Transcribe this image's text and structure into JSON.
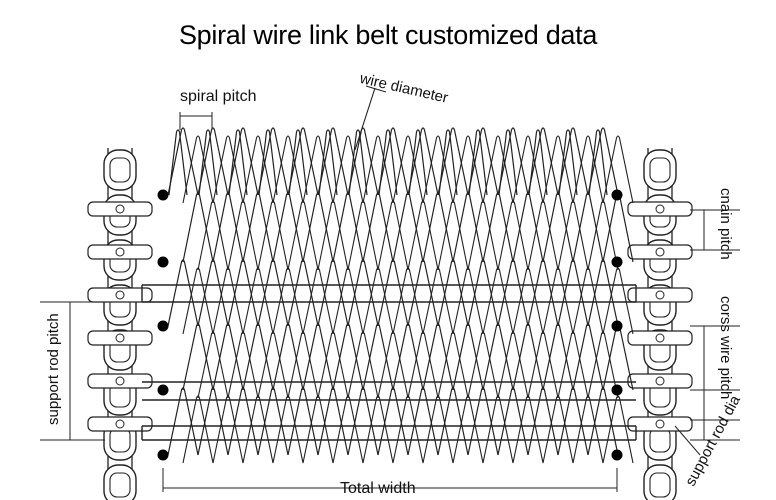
{
  "title": "Spiral wire link belt customized data",
  "labels": {
    "spiral_pitch": "spiral pitch",
    "wire_diameter": "wire diameter",
    "chain_pitch": "cnain pitch",
    "cross_wire_pitch": "corss wire pitch",
    "support_rod_dia": "support rod dia",
    "support_rod_pitch": "support rod pitch",
    "total_width": "Total width"
  },
  "colors": {
    "line": "#222222",
    "dot": "#000000",
    "background": "#ffffff"
  }
}
